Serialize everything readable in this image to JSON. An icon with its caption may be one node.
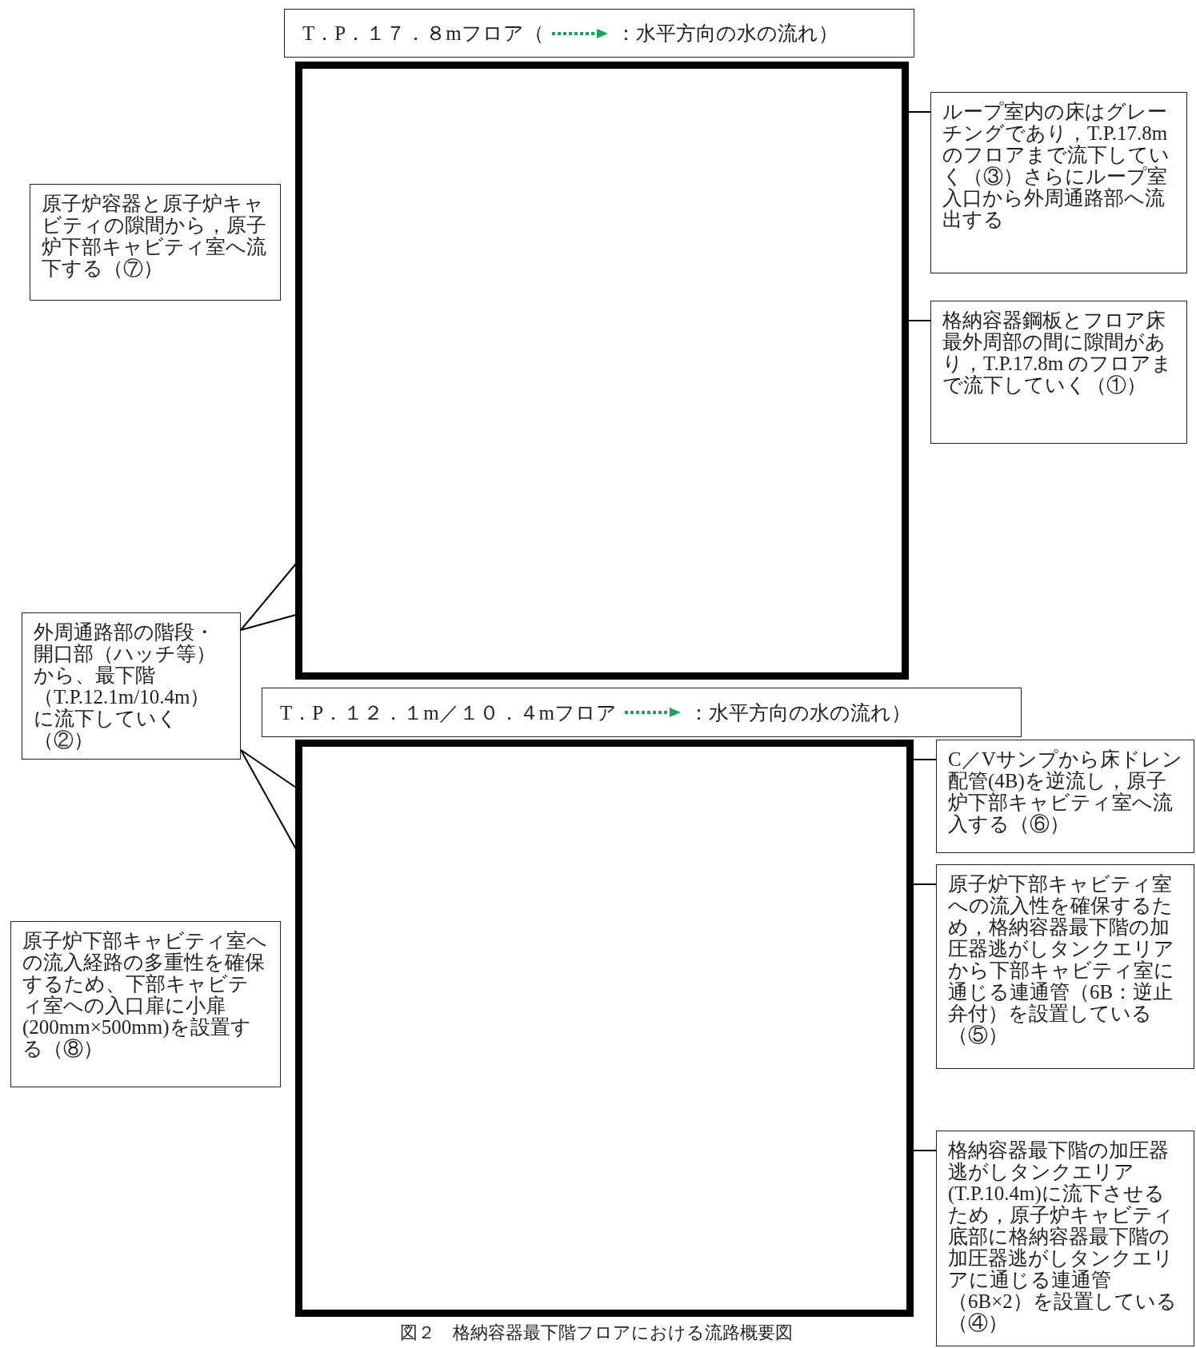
{
  "diagram": {
    "caption": "図２　格納容器最下階フロアにおける流路概要図",
    "nodes": [
      {
        "text": [
          "T．P．１７．８mフロア（",
          "：水平方向の水の流れ）"
        ]
      },
      {
        "text": [],
        "shape": "box"
      },
      {
        "text": [
          "原子炉容器と原子炉キャビティの隙間から，原子炉下部キャビティ室へ流下する（⑦）"
        ]
      },
      {
        "text": [
          "ループ室内の床はグレーチングであり，T.P.17.8m のフロアまで流下していく（③）さらにループ室入口から外周通路部へ流出する"
        ]
      },
      {
        "text": [
          "格納容器鋼板とフロア床最外周部の間に隙間があり，T.P.17.8m のフロアまで流下していく（①）"
        ]
      },
      {
        "text": [
          "外周通路部の階段・開口部（ハッチ等）から、最下階（T.P.12.1m/10.4m）に流下していく（②）"
        ]
      },
      {
        "text": [
          "T．P．１２．１m／１０．４mフロア",
          "：水平方向の水の流れ）"
        ]
      },
      {
        "text": [],
        "shape": "box"
      },
      {
        "text": [
          "C／Vサンプから床ドレン配管(4B)を逆流し，原子炉下部キャビティ室へ流入する（⑥）"
        ]
      },
      {
        "text": [
          "原子炉下部キャビティ室への流入経路の多重性を確保するため、下部キャビティ室への入口扉に小扉(200mm×500mm)を設置する（⑧）"
        ]
      },
      {
        "text": [
          "原子炉下部キャビティ室への流入性を確保するため，格納容器最下階の加圧器逃がしタンクエリアから下部キャビティ室に通じる連通管（6B：逆止弁付）を設置している（⑤）"
        ]
      },
      {
        "text": [
          "格納容器最下階の加圧器逃がしタンクエリア(T.P.10.4m)に流下させるため，原子炉キャビティ底部に格納容器最下階の加圧器逃がしタンクエリアに通じる連通管（6B×2）を設置している（④）"
        ]
      }
    ],
    "edges": [
      {
        "from": 3,
        "to": 1,
        "arrow": "none"
      },
      {
        "from": 4,
        "to": 1,
        "arrow": "none"
      },
      {
        "from": 5,
        "to": 1,
        "arrow": "none"
      },
      {
        "from": 5,
        "to": 7,
        "arrow": "none"
      },
      {
        "from": 8,
        "to": 7,
        "arrow": "none"
      },
      {
        "from": 10,
        "to": 7,
        "arrow": "none"
      },
      {
        "from": 11,
        "to": 7,
        "arrow": "none"
      }
    ]
  }
}
